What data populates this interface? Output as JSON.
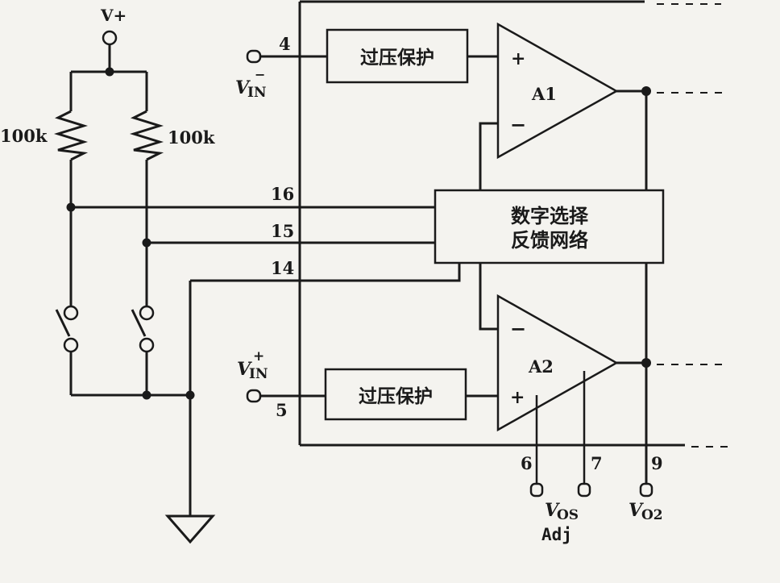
{
  "labels": {
    "v_plus": "V+",
    "r1": "100k",
    "r2": "100k",
    "vin_minus_v": "V",
    "vin_minus_sub": "IN",
    "vin_minus_sup": "−",
    "vin_plus_v": "V",
    "vin_plus_sub": "IN",
    "vin_plus_sup": "+",
    "pin4": "4",
    "pin5": "5",
    "pin6": "6",
    "pin7": "7",
    "pin9": "9",
    "pin14": "14",
    "pin15": "15",
    "pin16": "16",
    "ovp_top": "过压保护",
    "ovp_bottom": "过压保护",
    "network_line1": "数字选择",
    "network_line2": "反馈网络",
    "a1": "A1",
    "a2": "A2",
    "a1_plus": "+",
    "a1_minus": "−",
    "a2_plus": "+",
    "a2_minus": "−",
    "vos_v": "V",
    "vos_sub": "OS",
    "adj": "Adj",
    "vo2_v": "V",
    "vo2_sub": "O2"
  }
}
